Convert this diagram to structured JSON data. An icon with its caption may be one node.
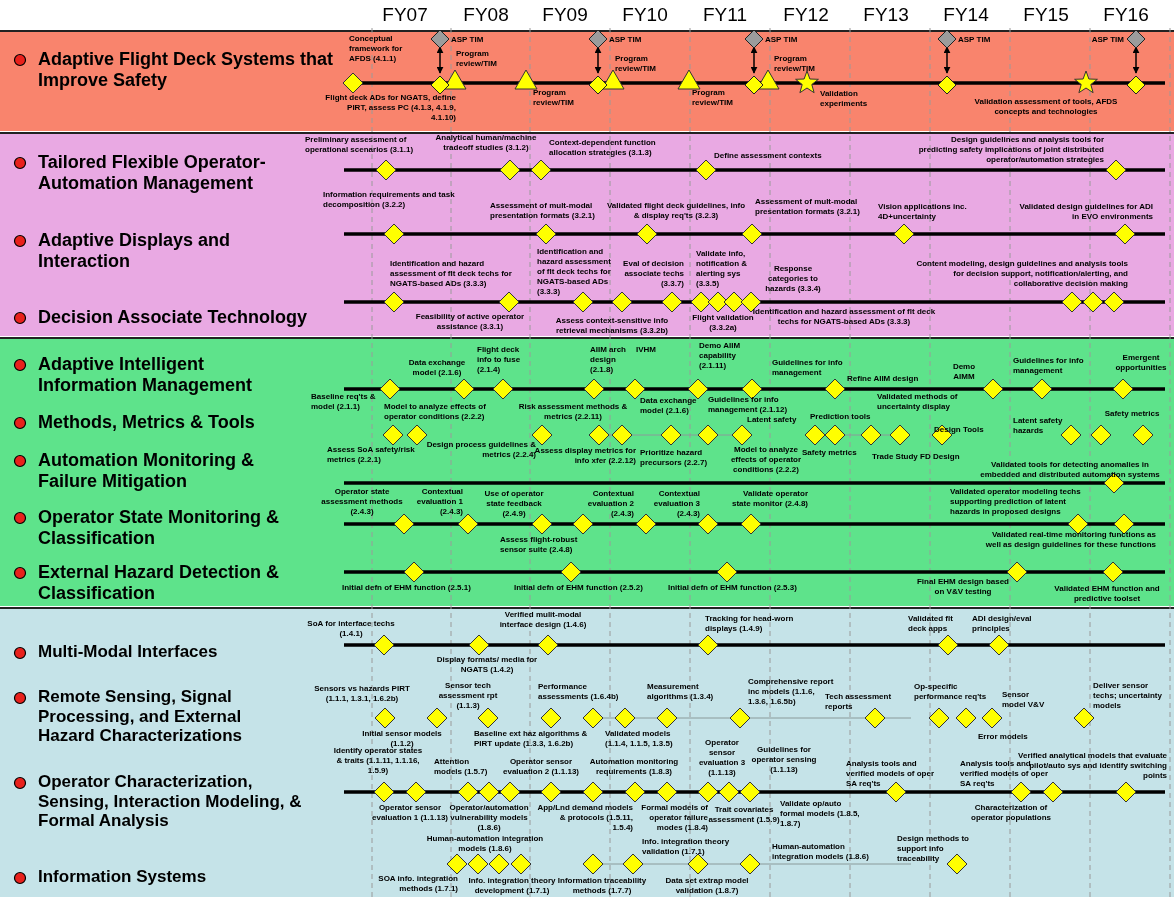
{
  "diagram": {
    "nodes": [
      {
        "text": [
          "Adaptive Flight Deck Systems that Improve Safety"
        ]
      },
      {
        "text": [
          "Tailored Flexible Operator-Automation Management",
          "Adaptive Displays and Interaction",
          "Decision Associate Technology"
        ]
      },
      {
        "text": [
          "Adaptive Intelligent Information Management",
          "Methods, Metrics & Tools",
          "Automation Monitoring & Failure Mitigation",
          "Operator State Monitoring & Classification",
          "External Hazard Detection & Classification"
        ]
      },
      {
        "text": [
          "Multi-Modal Interfaces",
          "Remote Sensing, Signal Processing, and External Hazard Characterizations",
          "Operator Characterization, Sensing, Interaction Modeling, & Formal Analysis",
          "Information Systems"
        ]
      },
      {
        "text": [],
        "shape": "diamond",
        "beside": [
          "ASP TIM"
        ],
        "in": 0
      },
      {
        "text": [],
        "shape": "diamond",
        "in": 0
      },
      {
        "text": [],
        "shape": "diamond",
        "beside": [
          "ASP TIM"
        ],
        "in": 0
      },
      {
        "text": [],
        "shape": "diamond",
        "in": 0
      },
      {
        "text": [],
        "shape": "diamond",
        "beside": [
          "ASP TIM"
        ],
        "in": 0
      },
      {
        "text": [],
        "shape": "diamond",
        "in": 0
      },
      {
        "text": [],
        "shape": "diamond",
        "beside": [
          "ASP TIM"
        ],
        "in": 0
      },
      {
        "text": [],
        "shape": "diamond",
        "in": 0
      },
      {
        "text": [],
        "shape": "diamond",
        "beside": [
          "ASP TIM"
        ],
        "in": 0
      },
      {
        "text": [],
        "shape": "diamond",
        "in": 0
      }
    ],
    "edges": [
      {
        "from": 4,
        "to": 5,
        "arrow": "both"
      },
      {
        "from": 6,
        "to": 7,
        "arrow": "both"
      },
      {
        "from": 8,
        "to": 9,
        "arrow": "both"
      },
      {
        "from": 10,
        "to": 11,
        "arrow": "both"
      },
      {
        "from": 12,
        "to": 13,
        "arrow": "both"
      }
    ],
    "labels": [
      "FY07",
      "FY08",
      "FY09",
      "FY10",
      "FY11",
      "FY12",
      "FY13",
      "FY14",
      "FY15",
      "FY16",
      "Conceptual framework for AFDS (4.1.1)",
      "Program review/TIM",
      "Flight deck ADs for NGATS, define PIRT, assess PC (4.1.3, 4.1.9, 4.1.10)",
      "Program review/TIM",
      "Program review/TIM",
      "Program review/TIM",
      "Program review/TIM",
      "Validation experiments",
      "Validation assessment of tools, AFDS concepts and technologies",
      "Preliminary assessment of operational scenarios (3.1.1)",
      "Analytical human/machine tradeoff studies (3.1.2)",
      "Context-dependent function allocation strategies (3.1.3)",
      "Define assessment contexts",
      "Design guidelines and analysis tools for predicting safety implications of joint distributed operator/automation strategies",
      "Information requirements and task decomposition (3.2.2)",
      "Assessment of mult-modal presentation formats (3.2.1)",
      "Validated flight deck guidelines, info & display req'ts (3.2.3)",
      "Assessment of mult-modal presentation formats (3.2.1)",
      "Vision applications inc. 4D+uncertainty",
      "Validated design guidelines for ADI in EVO environments",
      "Identification and hazard assessment of flt deck techs for NGATS-based ADs (3.3.3)",
      "Identification and hazard assessment of flt deck techs for NGATS-based ADs (3.3.3)",
      "Eval of decision associate techs (3.3.7)",
      "Validate info, notification & alerting sys (3.3.5)",
      "Response categories to hazards (3.3.4)",
      "Content modeling, design guidelines and analysis tools for decision support, notification/alerting, and collaborative decision making",
      "Feasibility of active operator assistance (3.3.1)",
      "Assess context-sensitive info retrieval mechanisms (3.3.2b)",
      "Flight validation (3.3.2a)",
      "Identification and hazard assessment of flt deck techs for NGATS-based ADs (3.3.3)",
      "Data exchange model (2.1.6)",
      "Flight deck info to fuse (2.1.4)",
      "AIIM arch design (2.1.8)",
      "IVHM",
      "Demo AIIM capability (2.1.11)",
      "Guidelines for info management",
      "Refine AIIM design",
      "Demo AIMM",
      "Guidelines for info management",
      "Emergent opportunities",
      "Baseline req'ts & model (2.1.1)",
      "Model to analyze effects of operator conditions (2.2.2)",
      "Risk assessment methods & metrics (2.2.11)",
      "Data exchange model (2.1.6)",
      "Guidelines for info management (2.1.12)",
      "Latent safety",
      "Prediction tools",
      "Validated methods of uncertainty display",
      "Design Tools",
      "Latent safety hazards",
      "Safety metrics",
      "Assess SoA safety/risk metrics (2.2.1)",
      "Design process guidelines & metrics (2.2.4)",
      "Assess display metrics for info xfer (2.2.12)",
      "Prioritize hazard precursors (2.2.7)",
      "Model to analyze effects of operator conditions (2.2.2)",
      "Safety metrics",
      "Trade Study FD Design",
      "Validated tools for detecting anomalies in embedded and distributed automation systems",
      "Operator state assessment methods (2.4.3)",
      "Contextual evaluation 1 (2.4.3)",
      "Use of operator state feedback (2.4.9)",
      "Contextual evaluation 2 (2.4.3)",
      "Contextual evaluation 3 (2.4.3)",
      "Validate operator state monitor (2.4.8)",
      "Validated operator modeling techs supporting prediction of latent hazards in proposed designs",
      "Assess flight-robust sensor suite (2.4.8)",
      "Validated real-time monitoring functions as well as design guidelines for these functions",
      "Initial defn of EHM function (2.5.1)",
      "Initial defn of EHM function (2.5.2)",
      "Initial defn of EHM function (2.5.3)",
      "Final EHM design based on V&V testing",
      "Validated EHM function and predictive toolset",
      "SoA for interface techs (1.4.1)",
      "Verified mulit-modal interface design (1.4.6)",
      "Tracking for head-worn displays (1.4.9)",
      "Validated flt deck apps",
      "ADI design/eval principles",
      "Display formats/ media for NGATS (1.4.2)",
      "Sensors vs hazards PIRT (1.1.1, 1.3.1, 1.6.2b)",
      "Sensor tech assessment rpt (1.1.3)",
      "Performance assessments (1.6.4b)",
      "Measurement algorithms (1.3.4)",
      "Comprehensive report inc models (1.1.6, 1.3.6, 1.6.5b)",
      "Tech assessment reports",
      "Op-specific performance req'ts",
      "Sensor model V&V",
      "Deliver sensor techs; uncertainty models",
      "Initial sensor models (1.1.2)",
      "Baseline ext haz algorithms & PIRT update (1.3.3, 1.6.2b)",
      "Validated models (1.1.4, 1.1.5, 1.3.5)",
      "Operator sensor evaluation 3 (1.1.13)",
      "Error models",
      "Identify operator states & traits (1.1.11, 1.1.16, 1.5.9)",
      "Guidelines for operator sensing (1.1.13)",
      "Attention models (1.5.7)",
      "Operator sensor evaluation 2 (1.1.13)",
      "Automation monitoring requirements (1.8.3)",
      "Analysis tools and verified models of oper SA req'ts",
      "Analysis tools and verified models of oper SA req'ts",
      "Verified analytical models that evaluate pilot/auto sys and identify switching points",
      "Validate op/auto formal models (1.8.5, 1.8.7)",
      "Operator sensor evaluation 1 (1.1.13)",
      "Operator/automation vulnerability models (1.8.6)",
      "App/Lnd demand models & protocols (1.5.11, 1.5.4)",
      "Formal models of operator failure modes (1.8.4)",
      "Trait covariates assessment (1.5.9)",
      "Characterization of operator populations",
      "Human-automation integration models (1.8.6)",
      "Info. integration theory validation (1.7.1)",
      "Human-automation integration models (1.8.6)",
      "Design methods to support info traceability",
      "SOA info. integration methods (1.7.1)",
      "Info. integration theory development (1.7.1)",
      "Information traceability methods (1.7.7)",
      "Data set extrap model validation (1.8.7)"
    ]
  }
}
